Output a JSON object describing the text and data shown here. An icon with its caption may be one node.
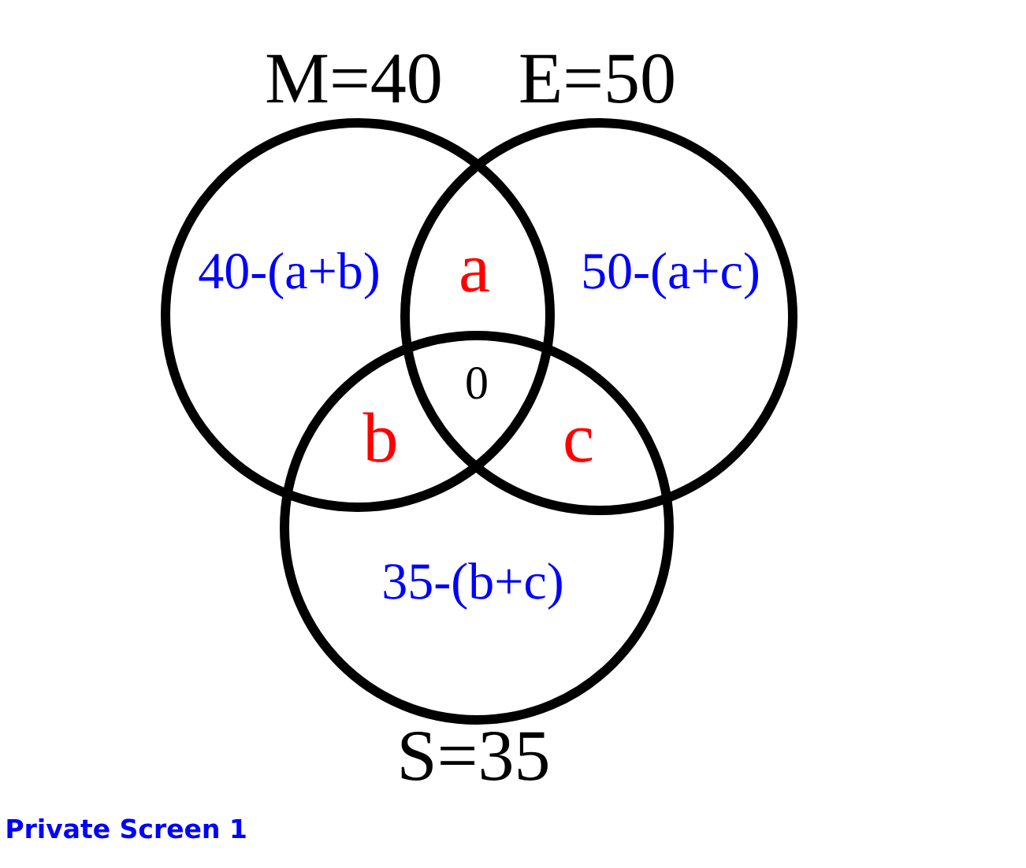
{
  "diagram": {
    "nodes": [
      {
        "text": [
          "M=40"
        ]
      },
      {
        "text": [
          "E=50"
        ]
      },
      {
        "text": [
          "S=35"
        ]
      }
    ],
    "labels": [
      "40-(a+b)",
      "a",
      "50-(a+c)",
      "0",
      "b",
      "c",
      "35-(b+c)",
      "Private Screen 1"
    ]
  }
}
